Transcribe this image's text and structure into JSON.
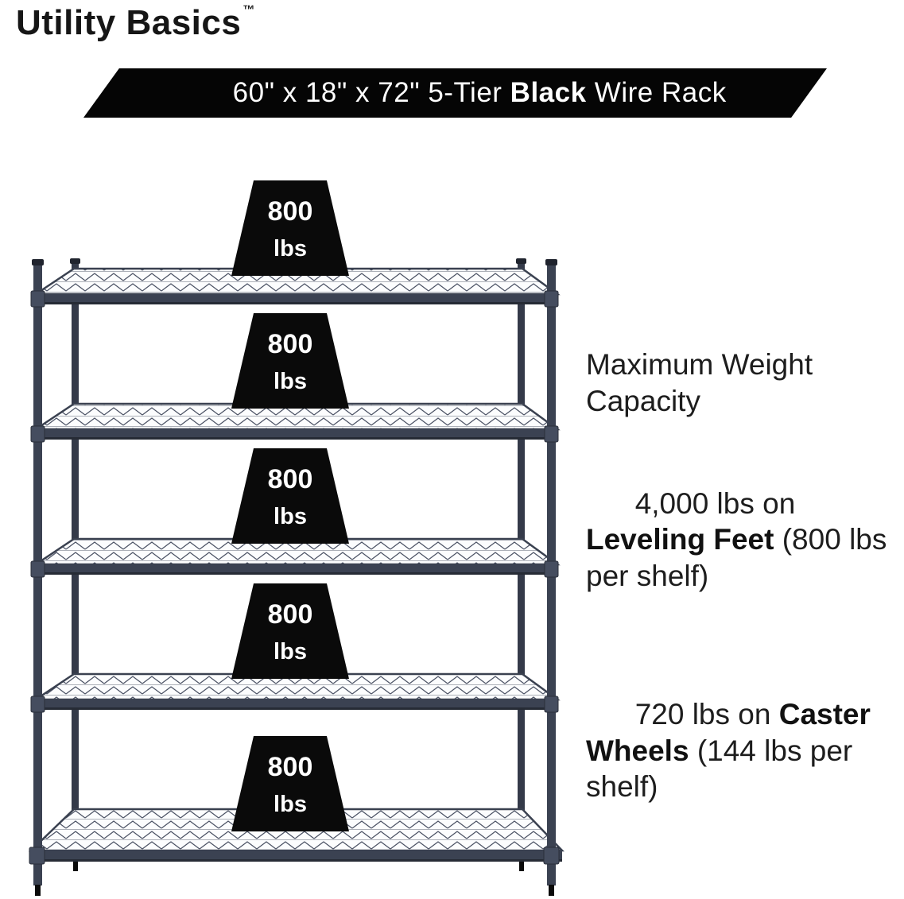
{
  "brand": {
    "name": "Utility Basics",
    "trademark": "™"
  },
  "banner": {
    "size_text": "60\" x 18\" x 72\" 5-Tier ",
    "bold_text": "Black",
    "suffix_text": " Wire Rack"
  },
  "rack": {
    "tiers": 5,
    "badges": [
      {
        "value": "800",
        "unit": "lbs"
      },
      {
        "value": "800",
        "unit": "lbs"
      },
      {
        "value": "800",
        "unit": "lbs"
      },
      {
        "value": "800",
        "unit": "lbs"
      },
      {
        "value": "800",
        "unit": "lbs"
      }
    ]
  },
  "specs": {
    "heading": "Maximum Weight Capacity",
    "leveling": {
      "prefix": "4,000 lbs on ",
      "bold": "Leveling Feet",
      "suffix": " (800 lbs per shelf)"
    },
    "caster": {
      "prefix": "720 lbs on ",
      "bold": "Caster Wheels",
      "suffix": " (144 lbs per shelf)"
    }
  },
  "colors": {
    "banner_black": "#050505",
    "badge_black": "#0a0a0a",
    "rack_navy": "#3b4252",
    "mesh_line": "#4a5163",
    "text_dark": "#1d1d1d"
  }
}
